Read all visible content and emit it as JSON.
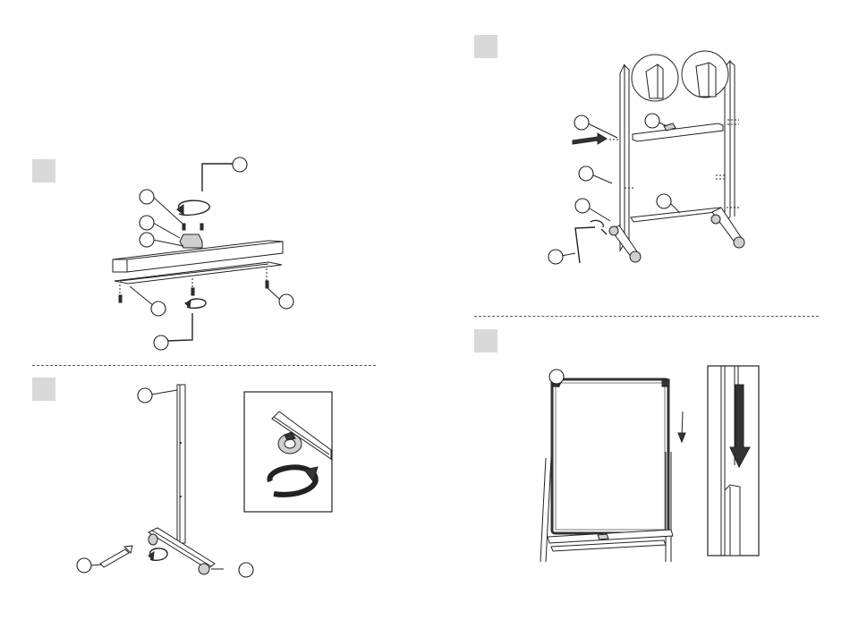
{
  "steps": [
    {
      "id": "step-1",
      "label": ""
    },
    {
      "id": "step-2",
      "label": ""
    },
    {
      "id": "step-3",
      "label": ""
    },
    {
      "id": "step-4",
      "label": ""
    }
  ],
  "callouts": [
    "",
    "",
    "",
    "",
    "",
    "",
    "",
    "",
    "",
    "",
    "",
    "",
    "",
    "",
    "",
    "",
    ""
  ],
  "colors": {
    "step_box": "#d9d9d9",
    "line": "#222222",
    "arrow": "#333333",
    "board_frame": "#333333"
  },
  "icons": [
    "rotate-clockwise-icon",
    "allen-key-icon",
    "wrench-icon",
    "screw-icon",
    "caster-wheel-icon",
    "push-arrow-icon",
    "down-arrow-icon"
  ]
}
